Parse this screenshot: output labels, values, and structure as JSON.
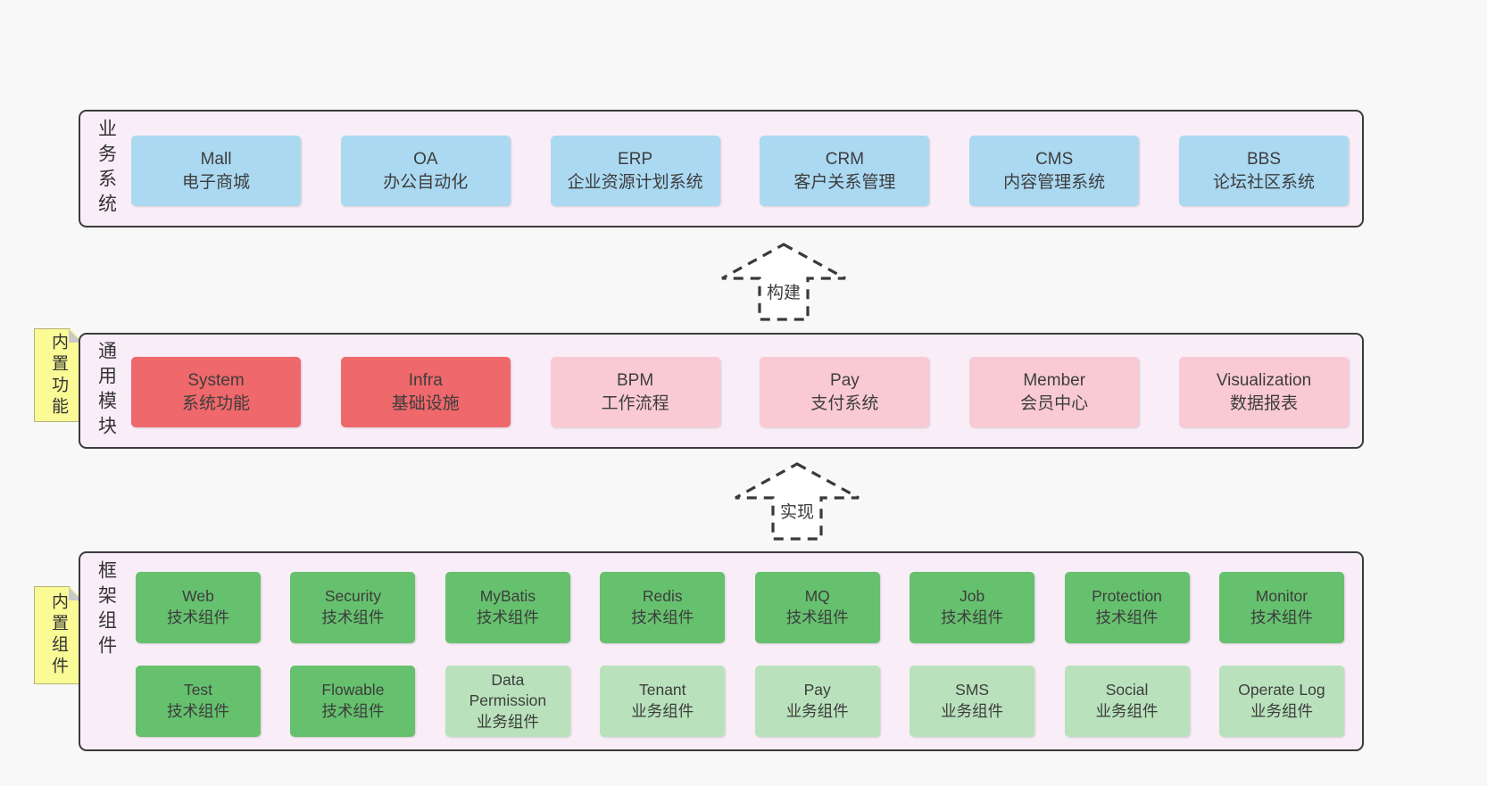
{
  "colors": {
    "page_bg": "#f8f8f8",
    "panel_bg": "#f9eef8",
    "panel_border": "#3b3b3b",
    "blue": "#abd9f2",
    "red": "#ef686b",
    "pink": "#facad4",
    "green": "#66c16e",
    "green_light": "#b9e2bc",
    "yellow": "#fafa96",
    "fold": "#c9c9c9",
    "text": "#3d3d3d",
    "arrow": "#3a3a3a"
  },
  "layers": [
    {
      "label": "业务系统",
      "boxes": [
        {
          "name": "Mall",
          "subtitle": "电子商城"
        },
        {
          "name": "OA",
          "subtitle": "办公自动化"
        },
        {
          "name": "ERP",
          "subtitle": "企业资源计划系统"
        },
        {
          "name": "CRM",
          "subtitle": "客户关系管理"
        },
        {
          "name": "CMS",
          "subtitle": "内容管理系统"
        },
        {
          "name": "BBS",
          "subtitle": "论坛社区系统"
        }
      ]
    },
    {
      "label": "通用模块",
      "note": "内置功能",
      "boxes": [
        {
          "name": "System",
          "subtitle": "系统功能"
        },
        {
          "name": "Infra",
          "subtitle": "基础设施"
        },
        {
          "name": "BPM",
          "subtitle": "工作流程"
        },
        {
          "name": "Pay",
          "subtitle": "支付系统"
        },
        {
          "name": "Member",
          "subtitle": "会员中心"
        },
        {
          "name": "Visualization",
          "subtitle": "数据报表"
        }
      ]
    },
    {
      "label": "框架组件",
      "note": "内置组件",
      "rows": [
        [
          {
            "name": "Web",
            "subtitle": "技术组件"
          },
          {
            "name": "Security",
            "subtitle": "技术组件"
          },
          {
            "name": "MyBatis",
            "subtitle": "技术组件"
          },
          {
            "name": "Redis",
            "subtitle": "技术组件"
          },
          {
            "name": "MQ",
            "subtitle": "技术组件"
          },
          {
            "name": "Job",
            "subtitle": "技术组件"
          },
          {
            "name": "Protection",
            "subtitle": "技术组件"
          },
          {
            "name": "Monitor",
            "subtitle": "技术组件"
          }
        ],
        [
          {
            "name": "Test",
            "subtitle": "技术组件"
          },
          {
            "name": "Flowable",
            "subtitle": "技术组件"
          },
          {
            "name": "Data Permission",
            "subtitle": "业务组件"
          },
          {
            "name": "Tenant",
            "subtitle": "业务组件"
          },
          {
            "name": "Pay",
            "subtitle": "业务组件"
          },
          {
            "name": "SMS",
            "subtitle": "业务组件"
          },
          {
            "name": "Social",
            "subtitle": "业务组件"
          },
          {
            "name": "Operate Log",
            "subtitle": "业务组件"
          }
        ]
      ]
    }
  ],
  "arrows": [
    {
      "label": "构建"
    },
    {
      "label": "实现"
    }
  ]
}
